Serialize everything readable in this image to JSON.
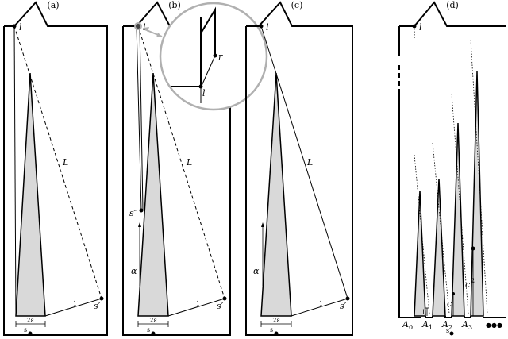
{
  "panels": [
    {
      "id": "a",
      "title": "(a)",
      "labels": {
        "l": "l",
        "L": "L",
        "s": "s",
        "s_prime": "s′",
        "one": "1",
        "two_eps": "2ε"
      }
    },
    {
      "id": "b",
      "title": "(b)",
      "labels": {
        "l": "l",
        "L": "L",
        "s": "s",
        "s_prime": "s′",
        "s_dprime": "s″",
        "alpha": "α",
        "one": "1",
        "two_eps": "2ε",
        "zoom_r": "r",
        "zoom_l": "l"
      }
    },
    {
      "id": "c",
      "title": "(c)",
      "labels": {
        "l": "l",
        "L": "L",
        "s": "s",
        "s_prime": "s′",
        "alpha": "α",
        "one": "1",
        "two_eps": "2ε"
      }
    },
    {
      "id": "d",
      "title": "(d)",
      "labels": {
        "l": "l",
        "s": "s",
        "A0": "A",
        "A0_sub": "0",
        "A1": "A",
        "A1_sub": "1",
        "A2": "A",
        "A2_sub": "2",
        "A3": "A",
        "A3_sub": "3",
        "one": "1",
        "c": "c",
        "c2": "c",
        "c2_sup": "2",
        "ellipsis": "●●●"
      }
    }
  ],
  "colors": {
    "spike_fill": "#d9d9d9",
    "stroke": "#000000",
    "zoom_circle": "#b0b0b0"
  }
}
